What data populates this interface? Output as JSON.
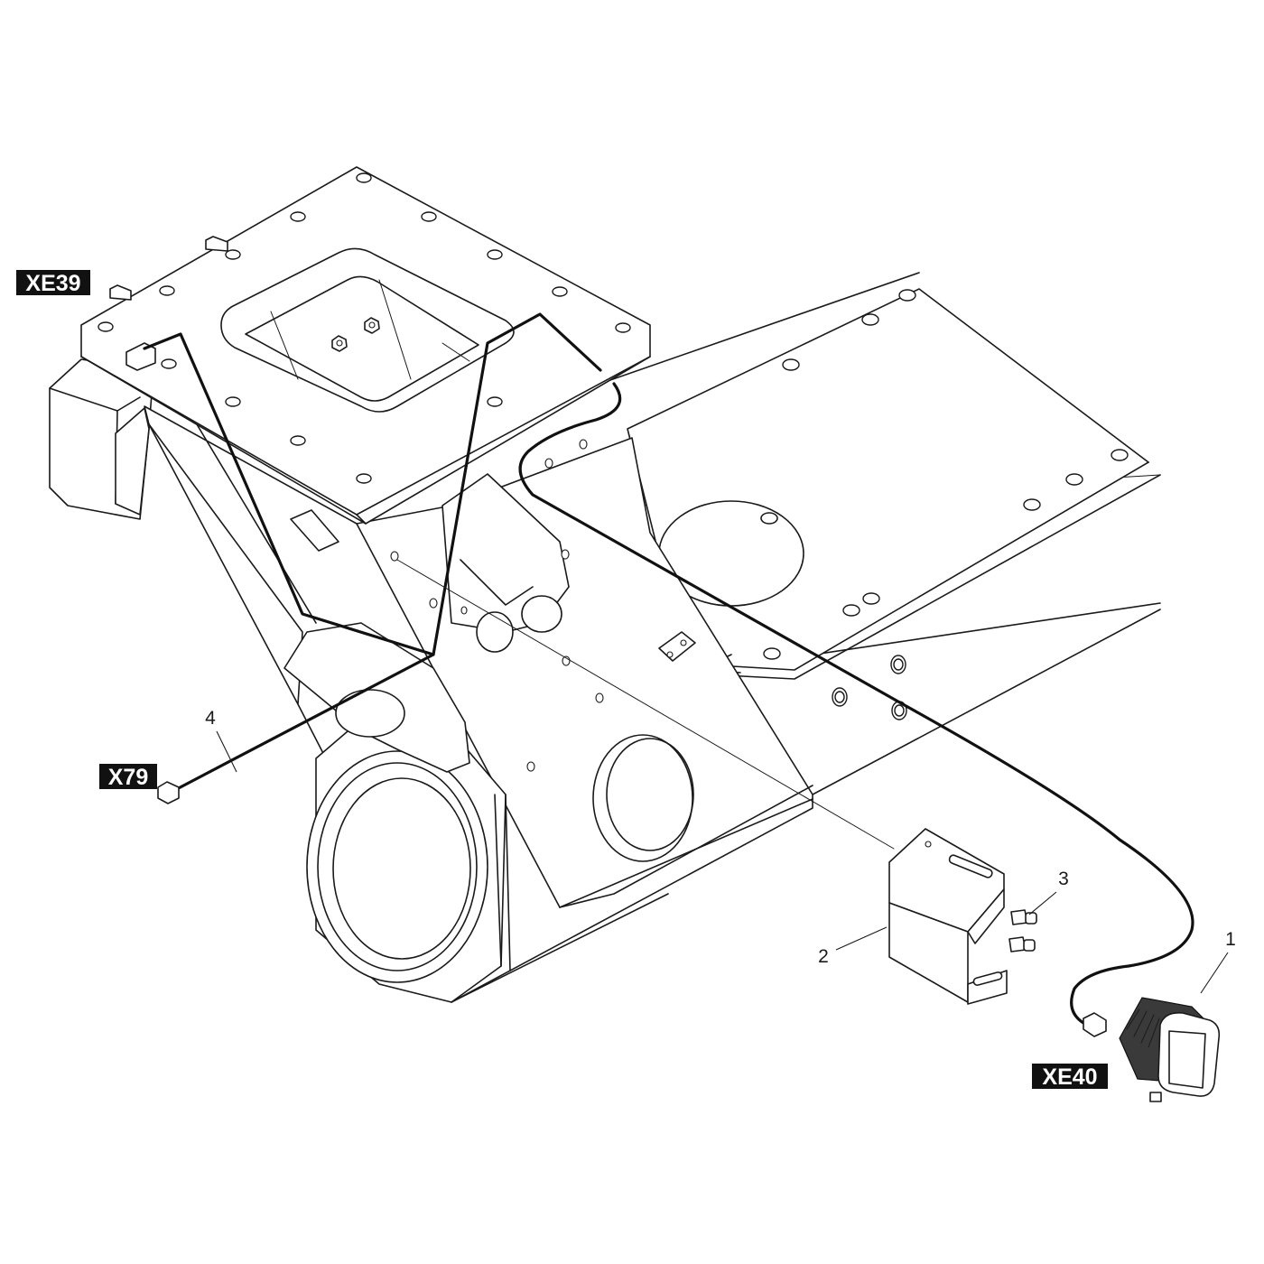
{
  "callouts": {
    "XE39": "XE39",
    "X79": "X79",
    "XE40": "XE40"
  },
  "item_numbers": {
    "n1": "1",
    "n2": "2",
    "n3": "3",
    "n4": "4"
  },
  "colors": {
    "line": "#1a1a1a",
    "cable": "#111111",
    "tag_background": "#111111",
    "tag_text": "#ffffff",
    "background": "#ffffff"
  },
  "parts": {
    "p1": "work-lamp",
    "p2": "lamp-bracket",
    "p3": "bolts",
    "p4": "wiring-harness"
  }
}
